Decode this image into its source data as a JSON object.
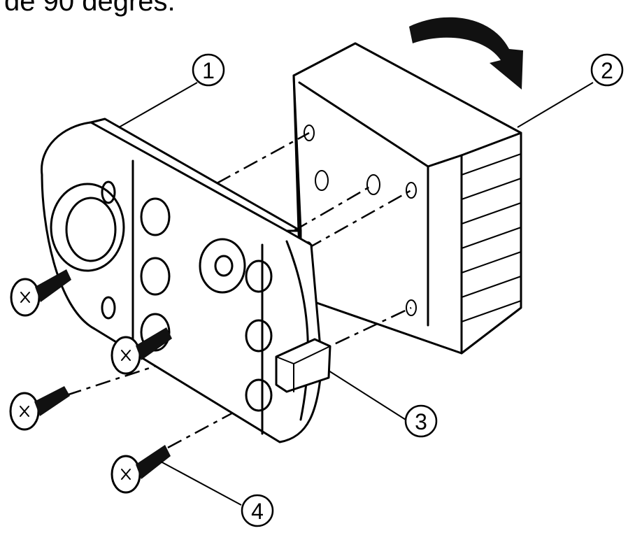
{
  "caption": "de 90 degrés.",
  "callouts": [
    {
      "label": "1"
    },
    {
      "label": "2"
    },
    {
      "label": "3"
    },
    {
      "label": "4"
    }
  ],
  "colors": {
    "ink": "#000000",
    "paper": "#ffffff"
  },
  "icons": {
    "rotation": "curved-arrow-right-icon",
    "screw": "countersunk-screw-icon"
  }
}
